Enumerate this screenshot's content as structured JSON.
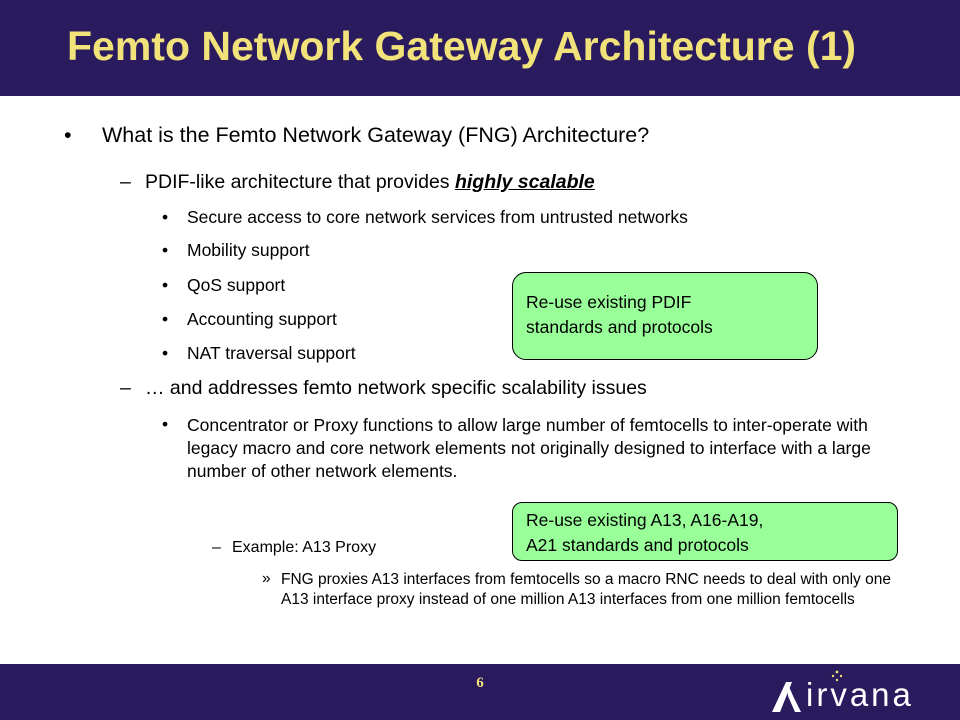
{
  "slide": {
    "title": "Femto Network Gateway Architecture (1)",
    "page_number": "6",
    "logo_text": "irvana"
  },
  "bullets": {
    "l1": "What is the Femto Network Gateway (FNG) Architecture?",
    "l2a_prefix": "PDIF-like architecture that provides ",
    "l2a_emph": "highly scalable",
    "l3_1": "Secure access to core network services from untrusted networks",
    "l3_2": "Mobility support",
    "l3_3": "QoS support",
    "l3_4": "Accounting support",
    "l3_5": "NAT traversal support",
    "l2b": "… and addresses femto network specific scalability issues",
    "l3_6": "Concentrator or Proxy functions to allow large number of femtocells to inter-operate with legacy macro and core network elements not originally designed to interface with a large number of other network elements.",
    "l4": "Example: A13 Proxy",
    "l5": "FNG proxies A13 interfaces from femtocells so a macro RNC needs to deal with only one A13 interface proxy instead of one million A13 interfaces from one million femtocells"
  },
  "callouts": {
    "c1_line1": "Re-use existing PDIF",
    "c1_line2": "standards and protocols",
    "c2_line1": "Re-use existing A13, A16-A19,",
    "c2_line2": "A21 standards and protocols"
  },
  "colors": {
    "header_bg": "#2a1a5e",
    "title_text": "#f2e27a",
    "callout_bg": "#99ff99"
  },
  "icons": {
    "logo": "airvana-logo-icon"
  }
}
